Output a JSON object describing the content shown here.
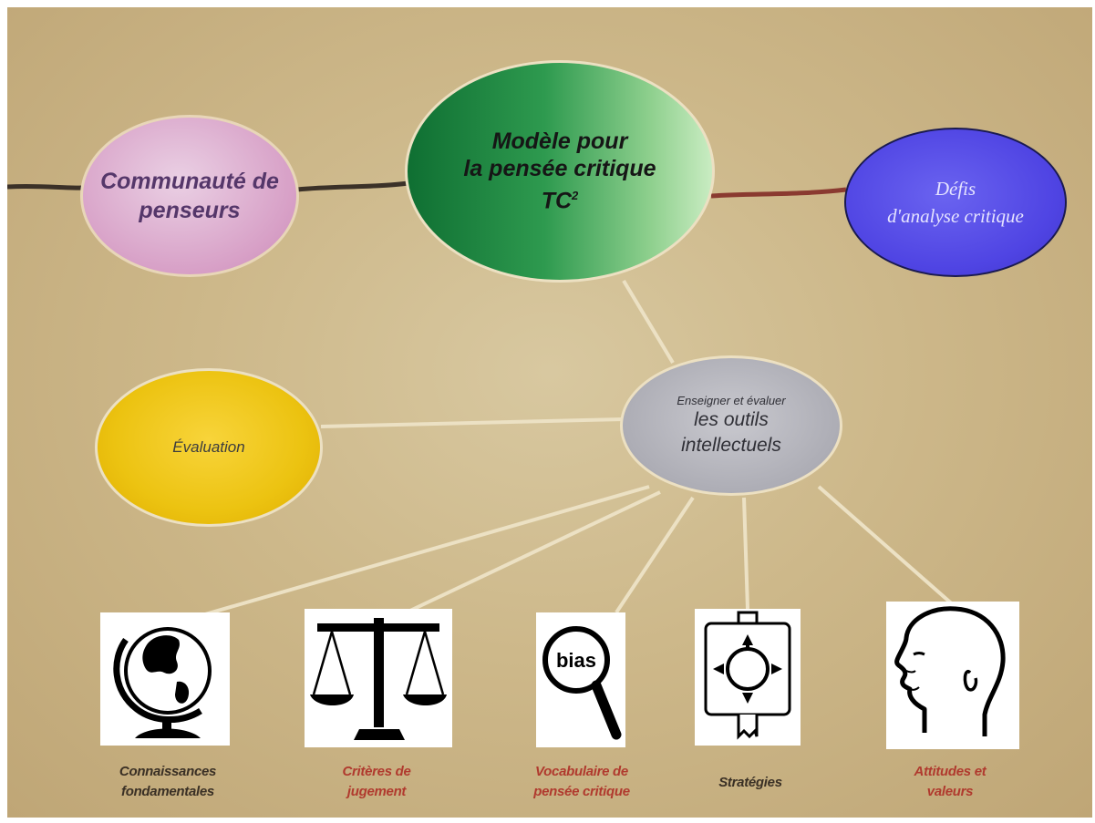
{
  "nodes": {
    "community": {
      "line1": "Communauté de",
      "line2": "penseurs"
    },
    "model": {
      "line1": "Modèle pour",
      "line2": "la pensée critique",
      "line3_base": "TC",
      "line3_sup": "2"
    },
    "challenges": {
      "line1": "Défis",
      "line2": "d'analyse critique"
    },
    "evaluation": {
      "label": "Évaluation"
    },
    "tools": {
      "line1": "Enseigner et évaluer",
      "line2": "les outils",
      "line3": "intellectuels"
    }
  },
  "tiles": {
    "globe": {
      "icon": "globe-icon"
    },
    "scale": {
      "icon": "balance-scale-icon"
    },
    "bias": {
      "icon": "magnifier-bias-icon",
      "text": "bias"
    },
    "strategy": {
      "icon": "roundabout-sign-icon"
    },
    "head": {
      "icon": "head-profile-icon"
    }
  },
  "captions": {
    "knowledge": {
      "line1": "Connaissances",
      "line2": "fondamentales"
    },
    "criteria": {
      "line1": "Critères de",
      "line2": "jugement"
    },
    "vocabulary": {
      "line1": "Vocabulaire de",
      "line2": "pensée critique"
    },
    "strategies": {
      "line1": "Stratégies"
    },
    "attitudes": {
      "line1": "Attitudes et",
      "line2": "valeurs"
    }
  },
  "colors": {
    "background": "#cdb88a",
    "caption_dark": "#3a3025",
    "caption_red": "#b03a2e",
    "connector_light": "#ece1c4",
    "connector_dark": "#3b3128",
    "connector_red": "#8a3a30"
  }
}
